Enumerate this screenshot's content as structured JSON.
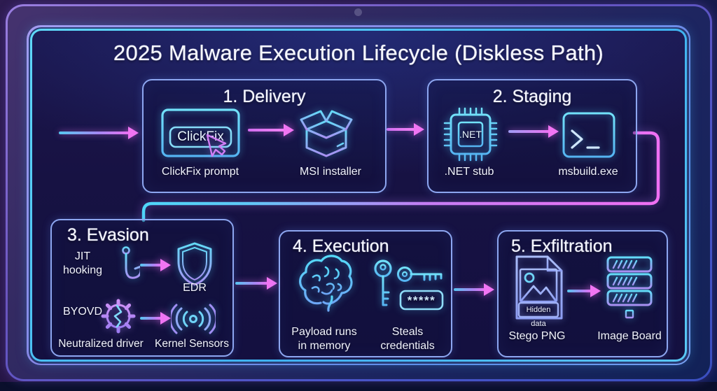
{
  "title": "2025 Malware Execution Lifecycle (Diskless Path)",
  "stages": {
    "delivery": {
      "title": "1. Delivery",
      "browser": {
        "button_label": "ClickFix",
        "caption": "ClickFix prompt"
      },
      "msi": {
        "caption": "MSI installer"
      }
    },
    "staging": {
      "title": "2. Staging",
      "chip": {
        "chip_label": ".NET",
        "caption": ".NET stub"
      },
      "terminal": {
        "caption": "msbuild.exe"
      }
    },
    "evasion": {
      "title": "3. Evasion",
      "row1": {
        "source_label": "JIT\nhooking",
        "target_caption": "EDR"
      },
      "row2": {
        "source_label": "BYOVD",
        "source_caption": "Neutralized driver",
        "target_caption": "Kernel Sensors"
      }
    },
    "execution": {
      "title": "4. Execution",
      "brain": {
        "caption": "Payload runs\nin memory"
      },
      "keys": {
        "password_mask": "*****",
        "caption": "Steals\ncredentials"
      }
    },
    "exfiltration": {
      "title": "5. Exfiltration",
      "stego": {
        "banner_label": "Hidden data",
        "caption": "Stego PNG"
      },
      "server": {
        "caption": "Image Board"
      }
    }
  },
  "colors": {
    "arrow_pink": "#ee6ff2",
    "neon_cyan": "#4fd2f8",
    "box_border": "#8da6f0",
    "violet": "#a98ff0",
    "panel_bg": "#171243",
    "text": "#f3f5ff"
  },
  "icons": {
    "delivery": [
      "browser-clickfix-icon",
      "cursor-icon",
      "msi-box-icon"
    ],
    "staging": [
      "net-chip-icon",
      "terminal-icon"
    ],
    "evasion": [
      "hook-icon",
      "shield-icon",
      "gear-broken-icon",
      "kernel-sensor-icon"
    ],
    "execution": [
      "brain-icon",
      "keys-icon"
    ],
    "exfiltration": [
      "stego-png-icon",
      "server-icon"
    ],
    "footer": [
      "sparkle-logo-icon"
    ]
  }
}
